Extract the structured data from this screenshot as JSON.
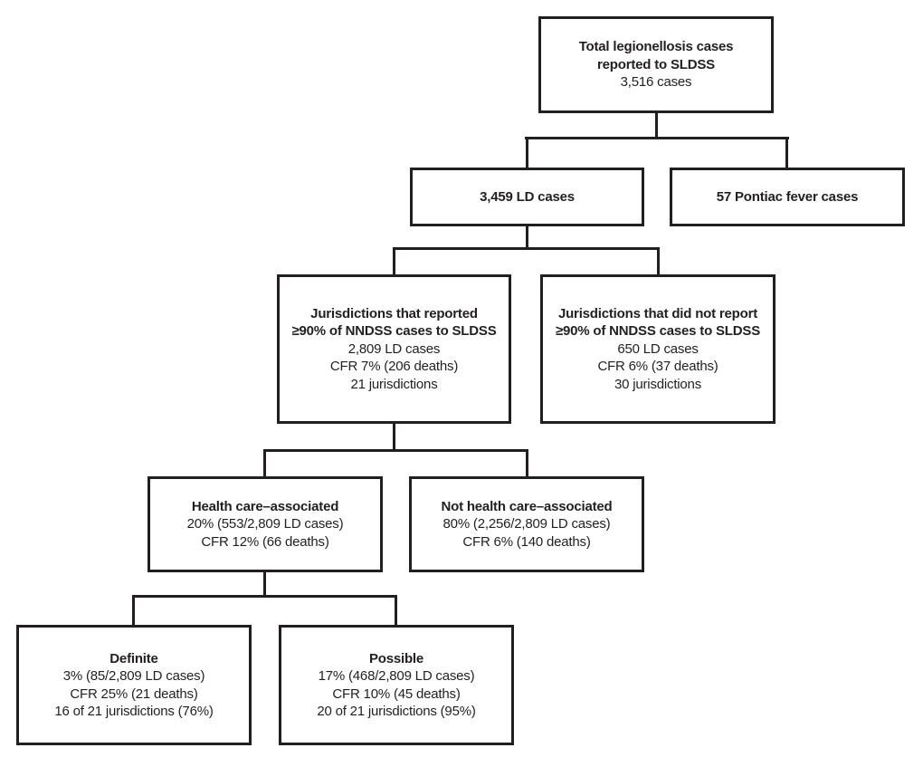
{
  "flowchart": {
    "colors": {
      "background": "#ffffff",
      "line": "#231f20",
      "text": "#231f20"
    },
    "boxes": {
      "total": {
        "title_lines": [
          "Total legionellosis cases",
          "reported to SLDSS"
        ],
        "detail_lines": [
          "3,516 cases"
        ]
      },
      "ld": {
        "title_lines": [
          "3,459 LD cases"
        ],
        "detail_lines": []
      },
      "pontiac": {
        "title_lines": [
          "57 Pontiac fever cases"
        ],
        "detail_lines": []
      },
      "reported": {
        "title_lines": [
          "Jurisdictions that reported",
          "≥90% of NNDSS cases to SLDSS"
        ],
        "detail_lines": [
          "2,809 LD cases",
          "CFR 7% (206 deaths)",
          "21 jurisdictions"
        ]
      },
      "not_reported": {
        "title_lines": [
          "Jurisdictions that did not report",
          "≥90% of NNDSS cases to SLDSS"
        ],
        "detail_lines": [
          "650 LD cases",
          "CFR 6% (37 deaths)",
          "30 jurisdictions"
        ]
      },
      "hca": {
        "title_lines": [
          "Health care–associated"
        ],
        "detail_lines": [
          "20% (553/2,809 LD cases)",
          "CFR 12% (66 deaths)"
        ]
      },
      "not_hca": {
        "title_lines": [
          "Not health care–associated"
        ],
        "detail_lines": [
          "80% (2,256/2,809 LD cases)",
          "CFR 6% (140 deaths)"
        ]
      },
      "definite": {
        "title_lines": [
          "Definite"
        ],
        "detail_lines": [
          "3% (85/2,809 LD cases)",
          "CFR 25% (21 deaths)",
          "16 of 21 jurisdictions (76%)"
        ]
      },
      "possible": {
        "title_lines": [
          "Possible"
        ],
        "detail_lines": [
          "17% (468/2,809 LD cases)",
          "CFR 10% (45 deaths)",
          "20 of 21 jurisdictions (95%)"
        ]
      }
    }
  }
}
